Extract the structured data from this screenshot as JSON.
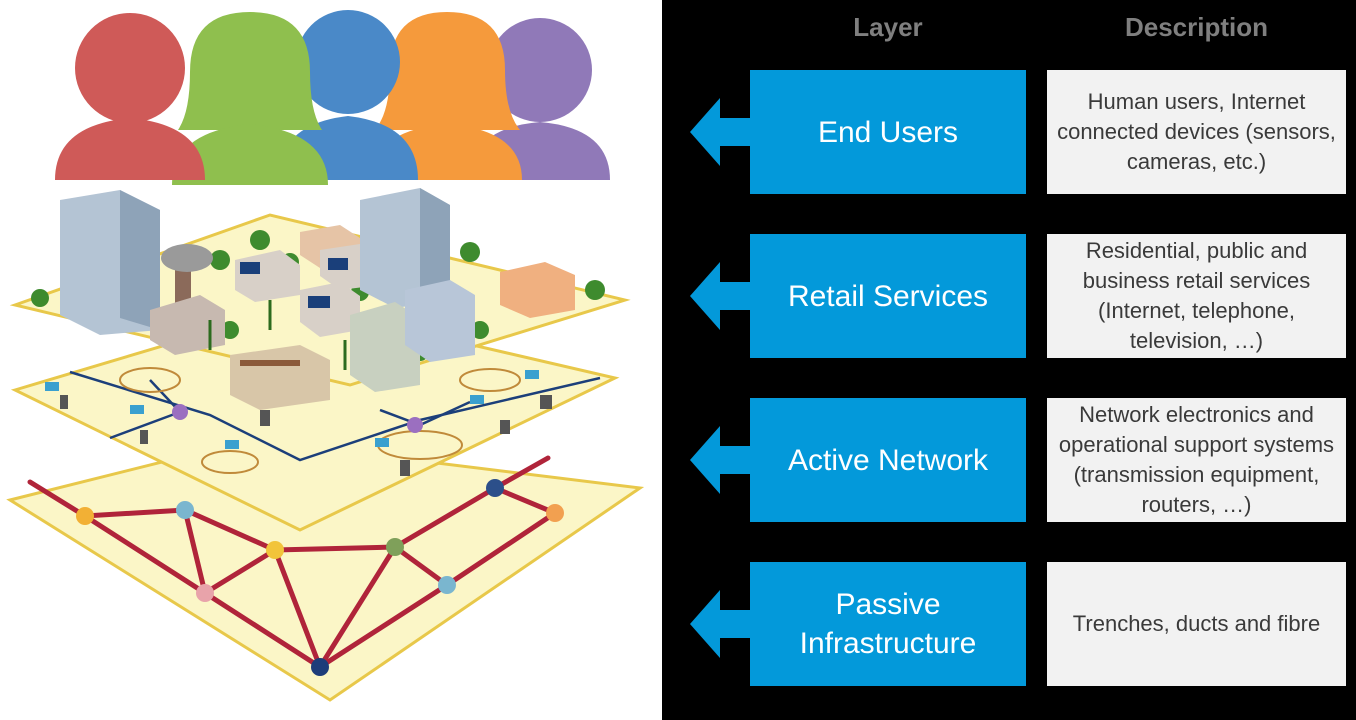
{
  "headers": {
    "layer": "Layer",
    "description": "Description"
  },
  "colors": {
    "panel_background": "#000000",
    "layer_box": "#0399da",
    "description_box": "#f2f2f2",
    "header_text": "#7f7f7f",
    "user_silhouettes": [
      "#cf5a58",
      "#8fbf4e",
      "#4a89c8",
      "#f59a3c",
      "#9079b8"
    ],
    "plane_fill": "#fbf6c7",
    "plane_border": "#e8c84a",
    "fibre_line": "#b0243a"
  },
  "layers": [
    {
      "name": "End Users",
      "description": "Human users, Internet connected devices (sensors, cameras, etc.)",
      "arrow_icon": "left-arrow-icon"
    },
    {
      "name": "Retail  Services",
      "description": "Residential, public and business retail services (Internet, telephone, television, …)",
      "arrow_icon": "left-arrow-icon"
    },
    {
      "name": "Active  Network",
      "description": "Network electronics and operational support systems (transmission equipment,  routers, …)",
      "arrow_icon": "left-arrow-icon"
    },
    {
      "name": "Passive Infrastructure",
      "description": "Trenches, ducts and fibre",
      "arrow_icon": "left-arrow-icon"
    }
  ]
}
